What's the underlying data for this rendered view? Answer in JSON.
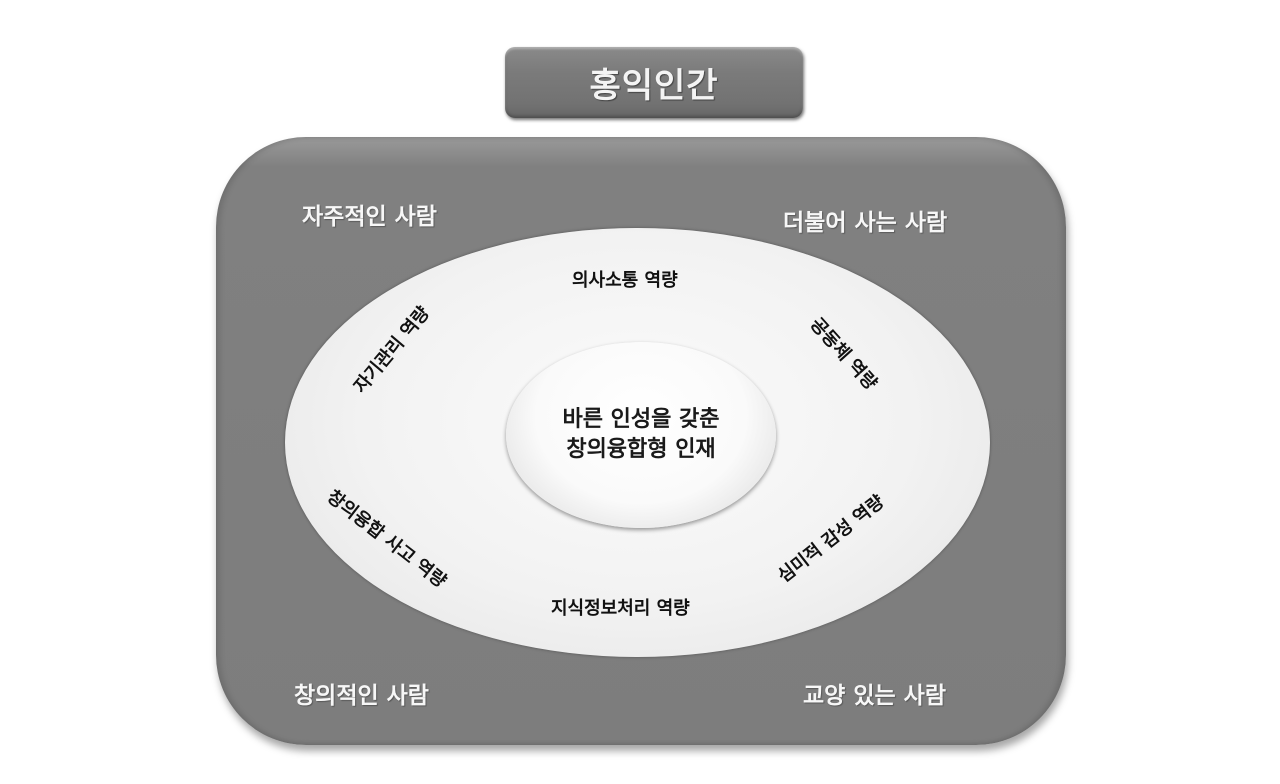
{
  "title": "홍익인간",
  "corners": {
    "top_left": "자주적인 사람",
    "top_right": "더불어 사는 사람",
    "bottom_left": "창의적인 사람",
    "bottom_right": "교양 있는 사람"
  },
  "center": {
    "line1": "바른 인성을 갖춘",
    "line2": "창의융합형 인재"
  },
  "competencies": {
    "top": "의사소통 역량",
    "upper_left": "자기관리 역량",
    "upper_right": "공동체 역량",
    "lower_left": "창의융합 사고 역량",
    "lower_right": "심미적 감성 역량",
    "bottom": "지식정보처리 역량"
  },
  "colors": {
    "outer_box": "#7d7d7d",
    "title_box": "#7b7b7b",
    "ellipse": "#f2f2f2",
    "label_light": "#f7f7f7",
    "label_dark": "#111111"
  }
}
